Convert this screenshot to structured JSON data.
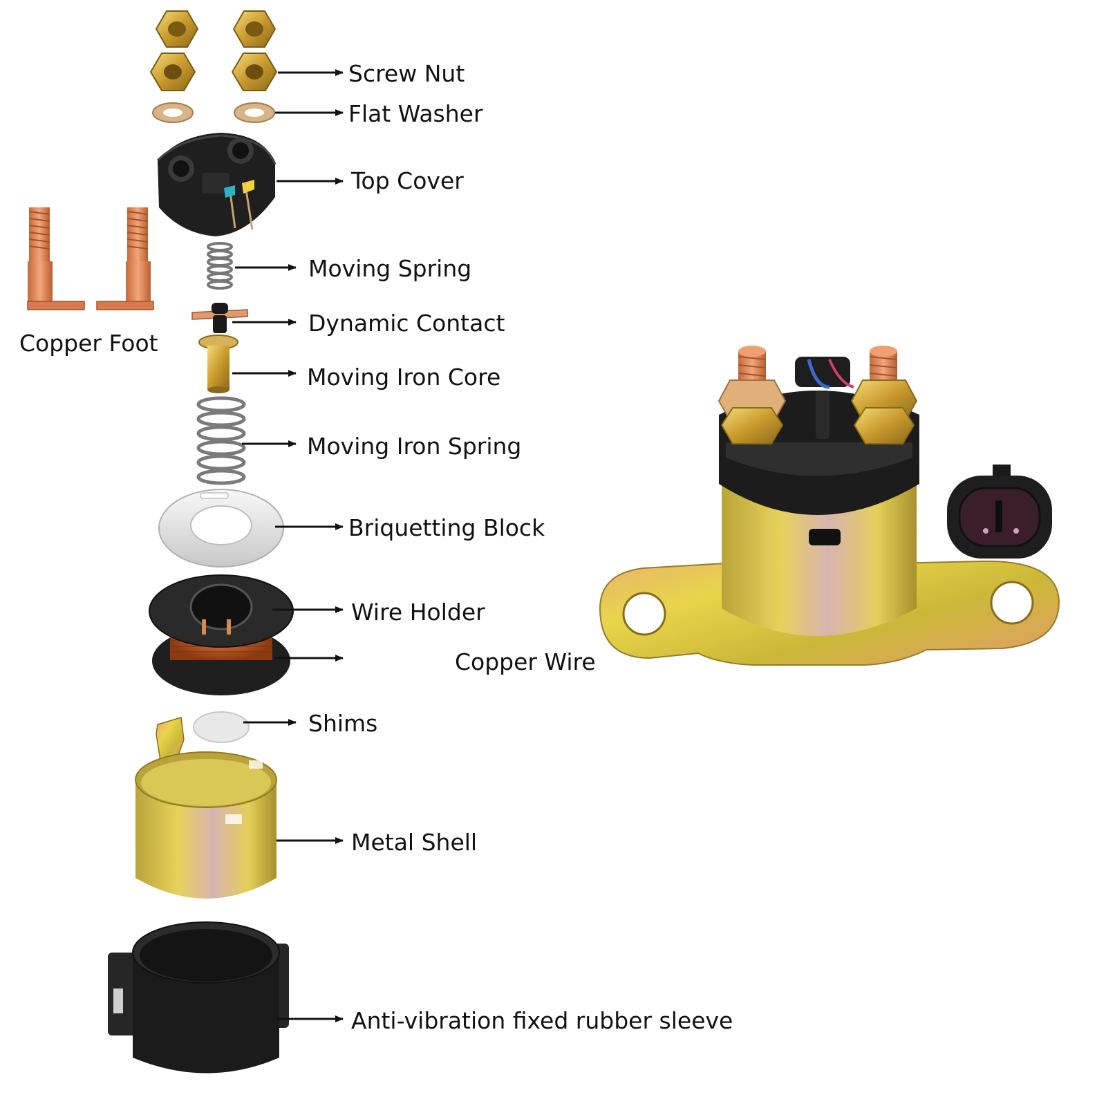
{
  "labels": {
    "screw_nut": "Screw Nut",
    "flat_washer": "Flat Washer",
    "top_cover": "Top Cover",
    "moving_spring": "Moving Spring",
    "dynamic_contact": "Dynamic Contact",
    "copper_foot": "Copper Foot",
    "moving_iron_core": "Moving Iron Core",
    "moving_iron_spring": "Moving Iron Spring",
    "briquetting_block": "Briquetting Block",
    "wire_holder": "Wire Holder",
    "copper_wire": "Copper Wire",
    "shims": "Shims",
    "metal_shell": "Metal Shell",
    "rubber_sleeve": "Anti-vibration fixed rubber sleeve"
  },
  "colors": {
    "brass": "#d4ad3a",
    "copper": "#e0875a",
    "black_part": "#1c1c1c",
    "zinc_yellow": "#d9c23e",
    "silver": "#e4e4e4",
    "coil": "#b5521c"
  }
}
